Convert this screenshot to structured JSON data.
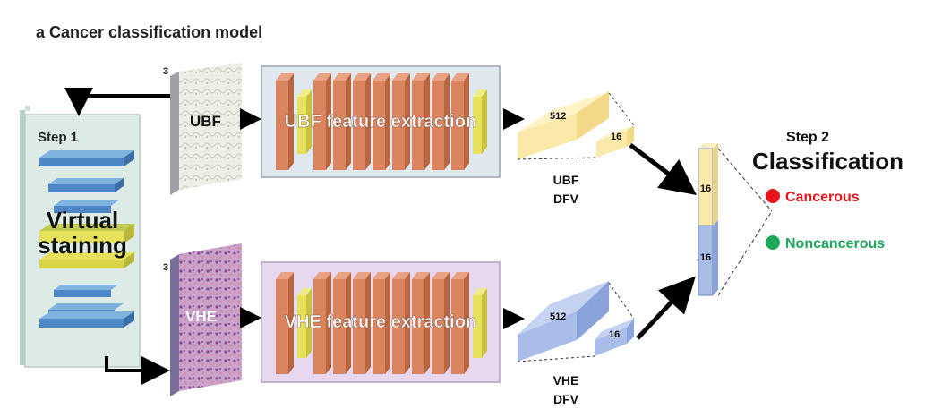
{
  "title": "a Cancer classification model",
  "step1": {
    "label": "Step 1",
    "text_line1": "Virtual",
    "text_line2": "staining"
  },
  "ubf": {
    "channel_count": "3",
    "input_label": "UBF",
    "extraction_label": "UBF feature extraction",
    "vector_large": "512",
    "vector_small": "16",
    "dfv_line1": "UBF",
    "dfv_line2": "DFV"
  },
  "vhe": {
    "channel_count": "3",
    "input_label": "VHE",
    "extraction_label": "VHE feature extraction",
    "vector_large": "512",
    "vector_small": "16",
    "dfv_line1": "VHE",
    "dfv_line2": "DFV"
  },
  "combined": {
    "top": "16",
    "bottom": "16"
  },
  "step2": {
    "label": "Step 2",
    "title": "Classification"
  },
  "outcomes": [
    {
      "label": "Cancerous",
      "color": "#e8141c"
    },
    {
      "label": "Noncancerous",
      "color": "#1fa75a"
    }
  ],
  "colors": {
    "ubf_vector": "#fbe9a9",
    "vhe_vector": "#a9bde9",
    "conv_orange": "#d9845f",
    "conv_yellow": "#e6e15a",
    "step1_panel": "#dcebe6",
    "ubf_panel": "#dfe8ef",
    "vhe_panel": "#e7d8ef",
    "stack_blue": "#4f86c6"
  }
}
